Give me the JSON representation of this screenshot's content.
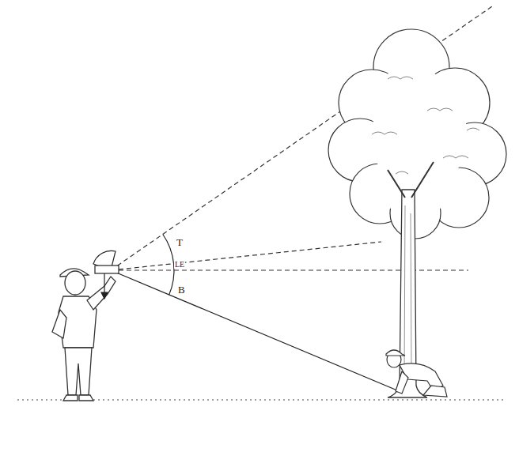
{
  "diagram": {
    "labels": [
      "T",
      "LE",
      "B"
    ]
  }
}
